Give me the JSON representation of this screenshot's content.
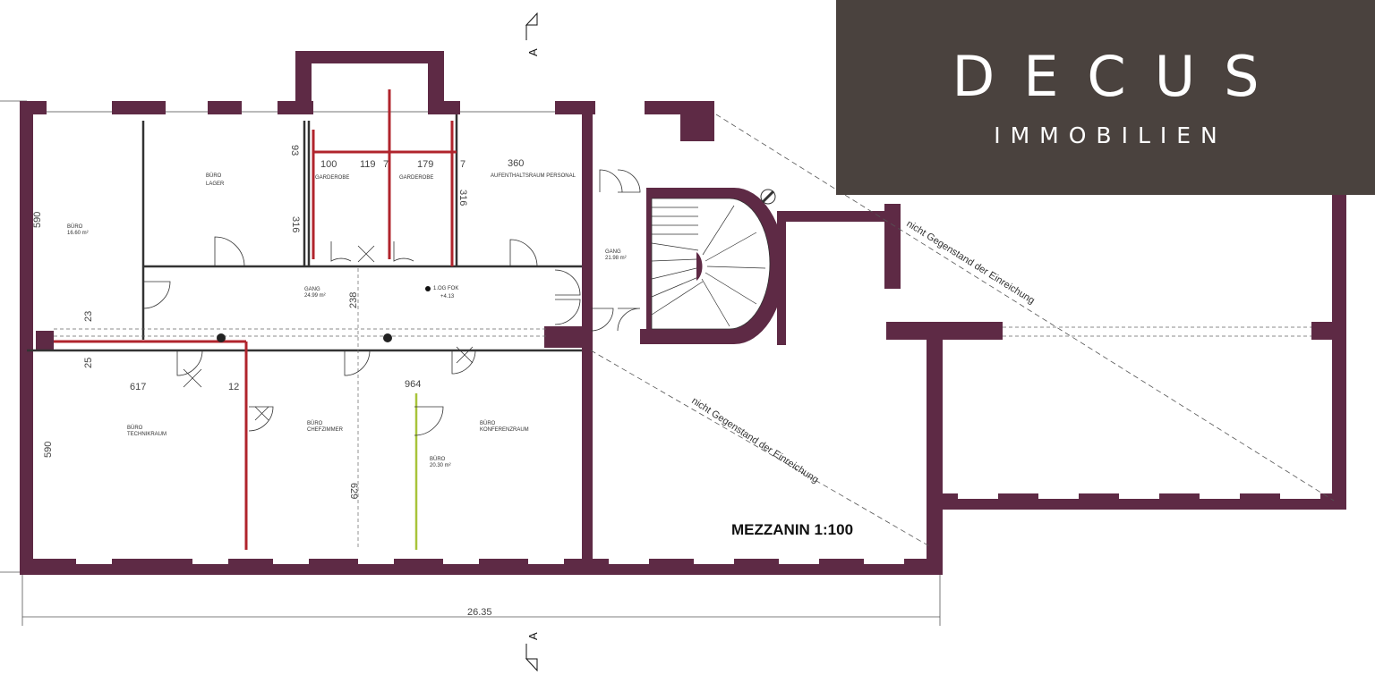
{
  "logo": {
    "name": "DECUS",
    "subtitle": "IMMOBILIEN"
  },
  "plan": {
    "title": "MEZZANIN 1:100",
    "note": "nicht Gegenstand der Einreichung",
    "section_marker": "A",
    "overall_width": "26.35",
    "level_label": "1.OG FOK",
    "level_value": "+4.13",
    "rooms": [
      {
        "name": "BÜRO",
        "detail": "16.60 m²"
      },
      {
        "name": "BÜRO",
        "detail": "LAGER"
      },
      {
        "name": "GANG",
        "detail": "24.99 m²"
      },
      {
        "name": "GANG",
        "detail": "21.98 m²"
      },
      {
        "name": "BÜRO",
        "detail": "TECHNIKRAUM"
      },
      {
        "name": "BÜRO",
        "detail": "CHEFZIMMER"
      },
      {
        "name": "BÜRO",
        "detail": "KONFERENZRAUM"
      },
      {
        "name": "BÜRO",
        "detail": "20.30 m²"
      },
      {
        "name": "AUFENTHALTSRAUM PERSONAL",
        "detail": ""
      },
      {
        "name": "GARDEROBE",
        "detail": ""
      },
      {
        "name": "GARDEROBE",
        "detail": ""
      }
    ],
    "dims": {
      "d590a": "590",
      "d590b": "590",
      "d617": "617",
      "d12": "12",
      "d964": "964",
      "d316a": "316",
      "d316b": "316",
      "d360": "360",
      "d100": "100",
      "d119": "119",
      "d179": "179",
      "d7a": "7",
      "d7b": "7",
      "d93": "93",
      "d23": "23",
      "d25": "25",
      "d238": "238",
      "d629": "629"
    }
  }
}
